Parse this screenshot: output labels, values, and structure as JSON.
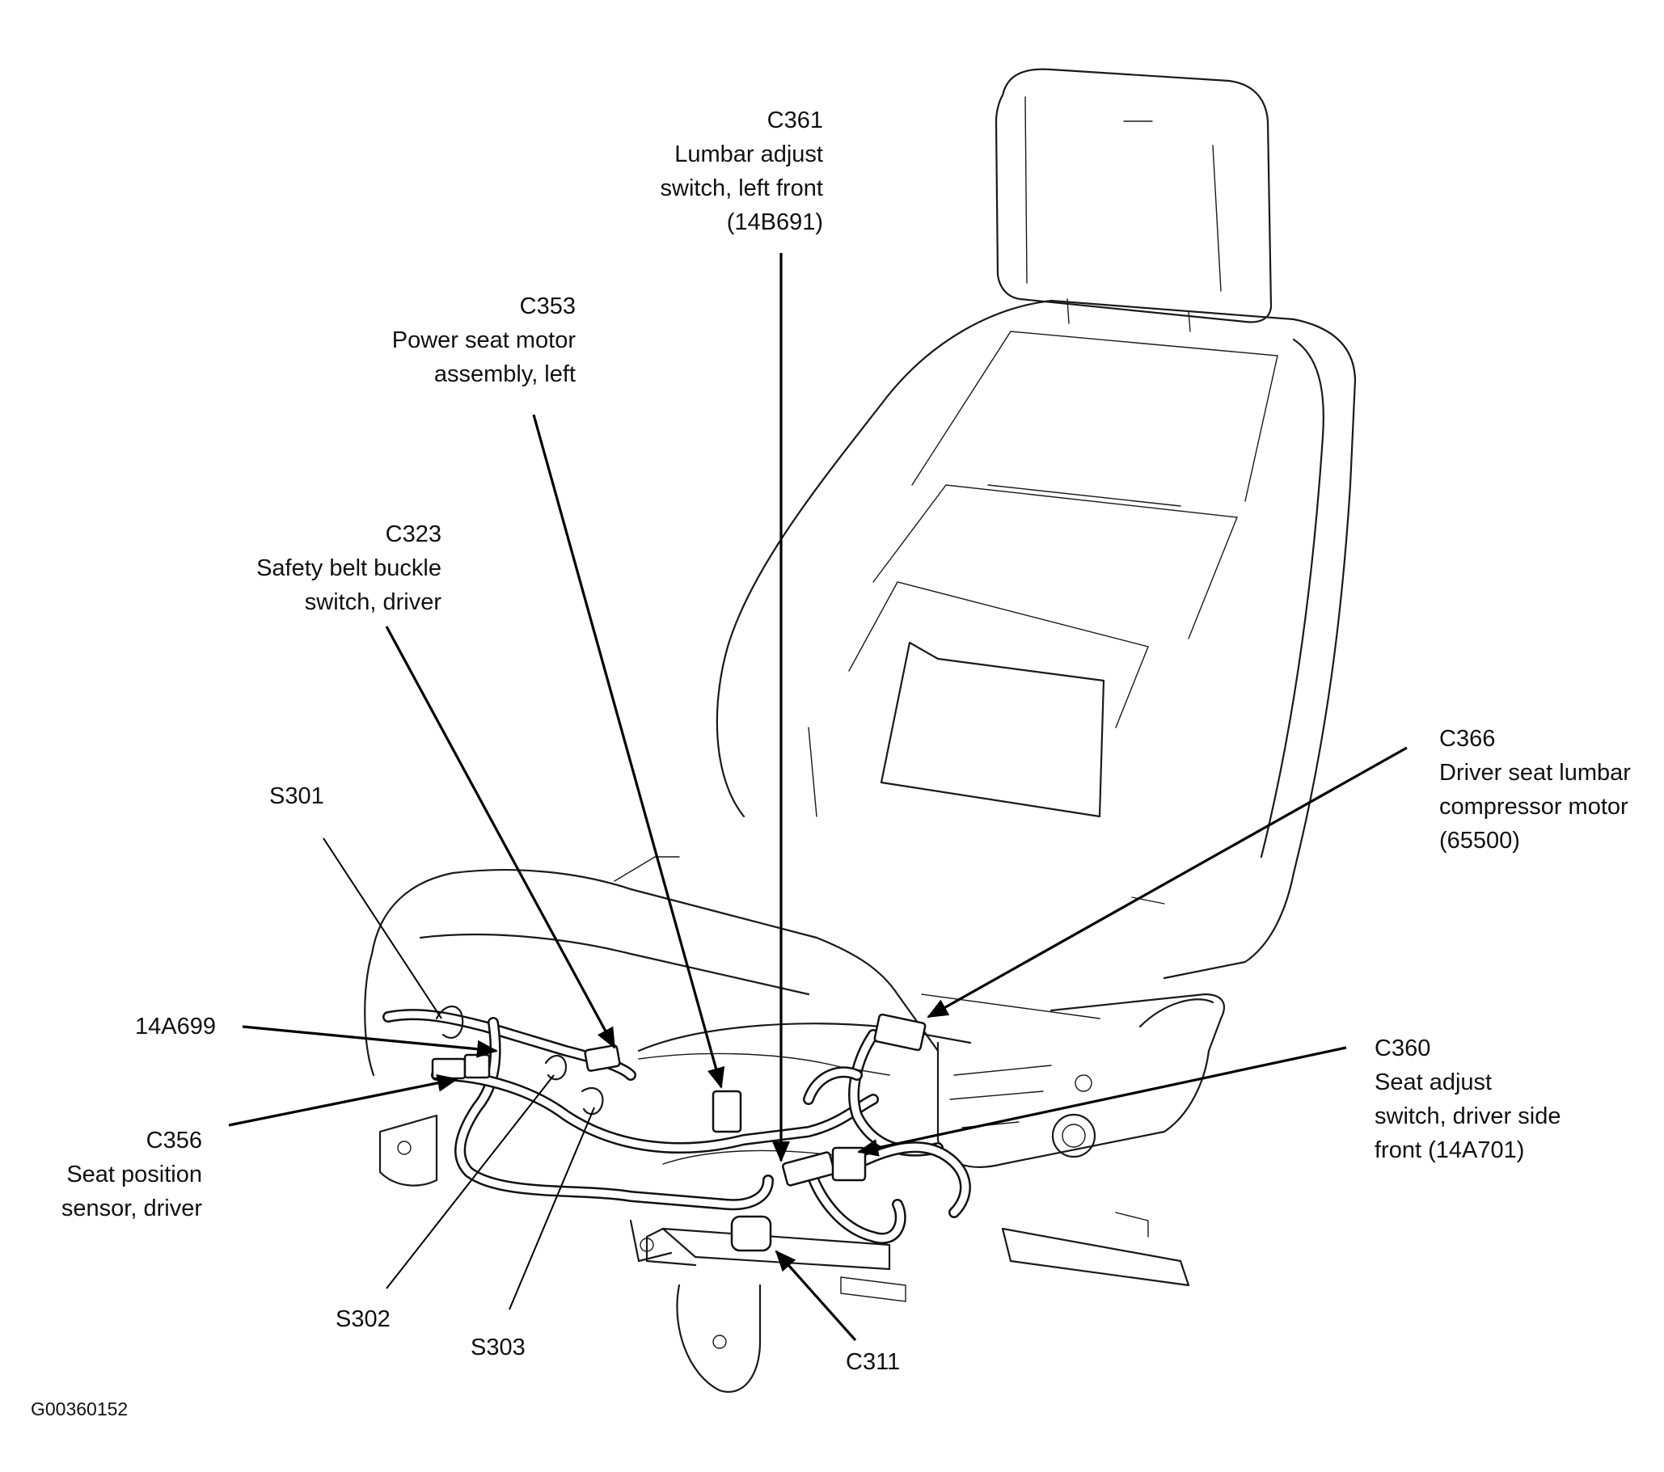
{
  "figure_id": "G00360152",
  "callouts": {
    "c361": {
      "lines": [
        "C361",
        "Lumbar adjust",
        "switch, left front",
        "(14B691)"
      ]
    },
    "c353": {
      "lines": [
        "C353",
        "Power seat motor",
        "assembly, left"
      ]
    },
    "c323": {
      "lines": [
        "C323",
        "Safety belt buckle",
        "switch, driver"
      ]
    },
    "c366": {
      "lines": [
        "C366",
        "Driver seat lumbar",
        "compressor motor",
        "(65500)"
      ]
    },
    "s301": {
      "lines": [
        "S301"
      ]
    },
    "p14a699": {
      "lines": [
        "14A699"
      ]
    },
    "c356": {
      "lines": [
        "C356",
        "Seat position",
        "sensor, driver"
      ]
    },
    "c360": {
      "lines": [
        "C360",
        "Seat adjust",
        "switch, driver side",
        "front (14A701)"
      ]
    },
    "s302": {
      "lines": [
        "S302"
      ]
    },
    "s303": {
      "lines": [
        "S303"
      ]
    },
    "c311": {
      "lines": [
        "C311"
      ]
    }
  }
}
